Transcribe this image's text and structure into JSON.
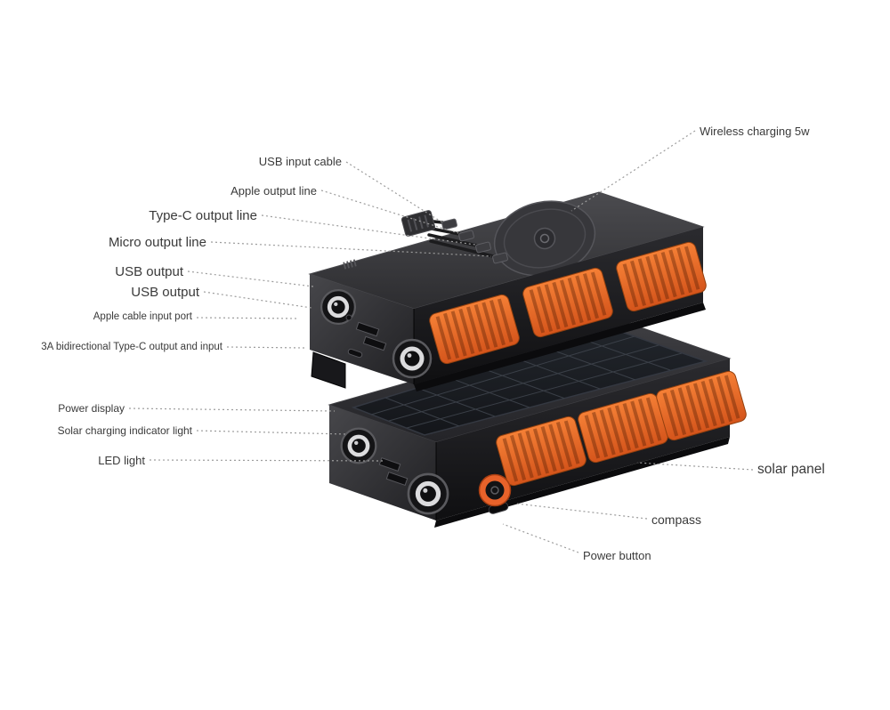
{
  "page": {
    "type": "product-annotation-diagram",
    "background": "#ffffff"
  },
  "colors": {
    "device_body": "#2b2b2e",
    "accent_orange": "#e8622a",
    "label_text": "#3a3a3a",
    "leader_line": "#9d9d9d"
  },
  "labels": {
    "wireless_charging": "Wireless charging 5w",
    "usb_input_cable": "USB input cable",
    "apple_output_line": "Apple output line",
    "type_c_output_line": "Type-C output line",
    "micro_output_line": "Micro output line",
    "usb_output_1": "USB output",
    "usb_output_2": "USB output",
    "apple_cable_input_port": "Apple cable input port",
    "type_c_bidirectional": "3A bidirectional Type-C output and input",
    "power_display": "Power display",
    "solar_charging_indicator_light": "Solar charging indicator light",
    "led_light": "LED light",
    "solar_panel": "solar panel",
    "compass": "compass",
    "power_button": "Power button"
  }
}
